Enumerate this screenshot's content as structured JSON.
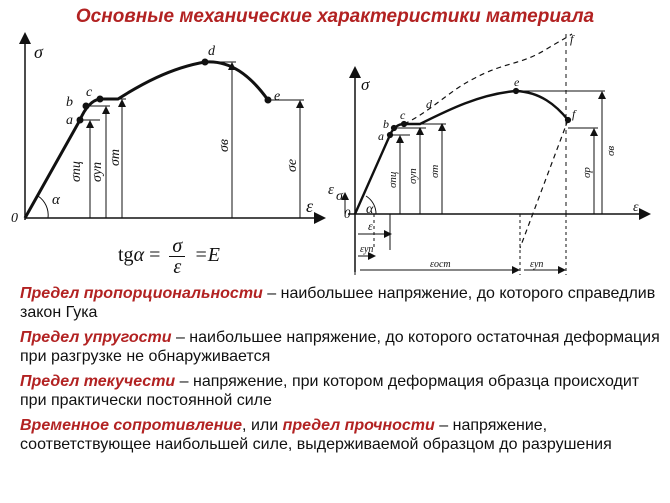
{
  "title": "Основные механические характеристики материала",
  "left_diagram": {
    "y_axis": "σ",
    "x_axis": "ε",
    "origin": "0",
    "angle": "α",
    "points": {
      "a": "a",
      "b": "b",
      "c": "c",
      "d": "d",
      "e": "e"
    },
    "sigma_labels": {
      "pc": "σпц",
      "up": "σуп",
      "t": "σт",
      "v": "σв",
      "e": "σе"
    }
  },
  "right_diagram": {
    "y_axis": "σ",
    "x_axis": "ε",
    "origin": "0",
    "angle": "α",
    "sigma_small": "σ",
    "epsilon": "ε",
    "points": {
      "a": "a",
      "b": "b",
      "c": "c",
      "d": "d",
      "e": "e",
      "f": "f",
      "f_top": "f"
    },
    "sigma_labels": {
      "pc": "σпц",
      "up": "σуп",
      "t": "σт",
      "p": "σр",
      "v": "σв"
    },
    "bottom_labels": {
      "eps_up": "εуп",
      "eps_ost": "εост",
      "eps_up2": "εуп"
    }
  },
  "formula": {
    "tg": "tg",
    "alpha": "α",
    "eq": "=",
    "numerator": "σ",
    "denominator": "ε",
    "rhs": "=E"
  },
  "definitions": [
    {
      "term": "Предел пропорциональности",
      "text": " – наибольшее напряжение, до которого справедлив закон Гука"
    },
    {
      "term": "Предел упругости",
      "text": " – наибольшее напряжение, до которого остаточная деформация при разгрузке не обнаруживается"
    },
    {
      "term": "Предел текучести",
      "text": " – напряжение, при котором деформация образца происходит при практически постоянной силе"
    }
  ],
  "last_definition": {
    "term1": "Временное сопротивление",
    "connector": ", или ",
    "term2": "предел прочности",
    "text": " – напряжение, соответствующее наибольшей силе, выдерживаемой образцом до разрушения"
  },
  "colors": {
    "accent": "#b22222",
    "ink": "#111111"
  }
}
